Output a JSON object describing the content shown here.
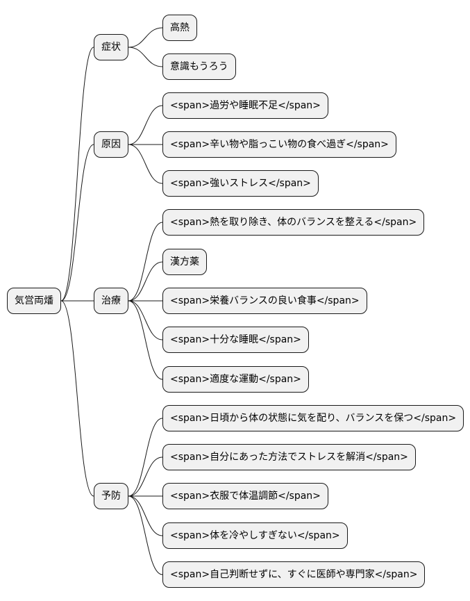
{
  "mindmap": {
    "root": "気営両燔",
    "branches": [
      {
        "label": "症状",
        "children": [
          "高熱",
          "意識もうろう"
        ]
      },
      {
        "label": "原因",
        "children": [
          "<span>過労や睡眠不足</span>",
          "<span>辛い物や脂っこい物の食べ過ぎ</span>",
          "<span>強いストレス</span>"
        ]
      },
      {
        "label": "治療",
        "children": [
          "<span>熱を取り除き、体のバランスを整える</span>",
          "漢方薬",
          "<span>栄養バランスの良い食事</span>",
          "<span>十分な睡眠</span>",
          "<span>適度な運動</span>"
        ]
      },
      {
        "label": "予防",
        "children": [
          "<span>日頃から体の状態に気を配り、バランスを保つ</span>",
          "<span>自分にあった方法でストレスを解消</span>",
          "<span>衣服で体温調節</span>",
          "<span>体を冷やしすぎない</span>",
          "<span>自己判断せずに、すぐに医師や専門家</span>"
        ]
      }
    ]
  },
  "colors": {
    "node_fill": "#f1f1f1",
    "node_border": "#181818",
    "line": "#181818"
  }
}
